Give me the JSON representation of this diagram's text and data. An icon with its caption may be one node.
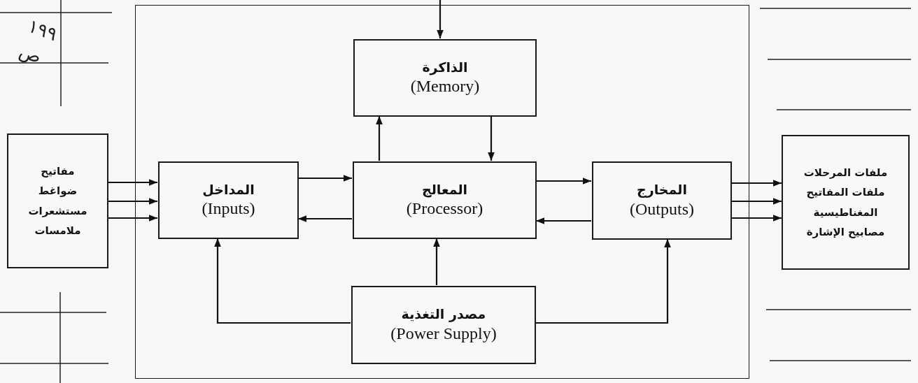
{
  "diagram": {
    "nodes": [
      {
        "text": [],
        "shape": "box"
      },
      {
        "text": [
          "الذاكرة",
          "(Memory)"
        ],
        "in": 0
      },
      {
        "text": [
          "المداخل",
          "(Inputs)"
        ],
        "in": 0
      },
      {
        "text": [
          "المعالج",
          "(Processor)"
        ],
        "in": 0
      },
      {
        "text": [
          "المخارج",
          "(Outputs)"
        ],
        "in": 0
      },
      {
        "text": [
          "مصدر التغذية",
          "(Power Supply)"
        ],
        "in": 0
      },
      {
        "text": [
          "مفاتيح",
          "ضواغط",
          "مستشعرات",
          "ملامسات"
        ]
      },
      {
        "text": [
          "ملفات المرحلات",
          "ملفات المفاتيح المغناطيسية",
          "مصابيح الإشارة"
        ]
      }
    ],
    "edges": [
      {
        "from": null,
        "to": 1,
        "arrow": "to"
      },
      {
        "from": 3,
        "to": 1,
        "arrow": "to"
      },
      {
        "from": 1,
        "to": 3,
        "arrow": "to"
      },
      {
        "from": 2,
        "to": 3,
        "arrow": "to"
      },
      {
        "from": 3,
        "to": 2,
        "arrow": "to"
      },
      {
        "from": 3,
        "to": 4,
        "arrow": "to"
      },
      {
        "from": 4,
        "to": 3,
        "arrow": "to"
      },
      {
        "from": 5,
        "to": 3,
        "arrow": "to"
      },
      {
        "from": 5,
        "to": 2,
        "arrow": "to"
      },
      {
        "from": 5,
        "to": 4,
        "arrow": "to"
      },
      {
        "from": 6,
        "to": 2,
        "arrow": "to"
      },
      {
        "from": 6,
        "to": 2,
        "arrow": "to"
      },
      {
        "from": 6,
        "to": 2,
        "arrow": "to"
      },
      {
        "from": 4,
        "to": 7,
        "arrow": "to"
      },
      {
        "from": 4,
        "to": 7,
        "arrow": "to"
      },
      {
        "from": 4,
        "to": 7,
        "arrow": "to"
      }
    ],
    "labels": [
      "١٩٩",
      "ص"
    ]
  }
}
